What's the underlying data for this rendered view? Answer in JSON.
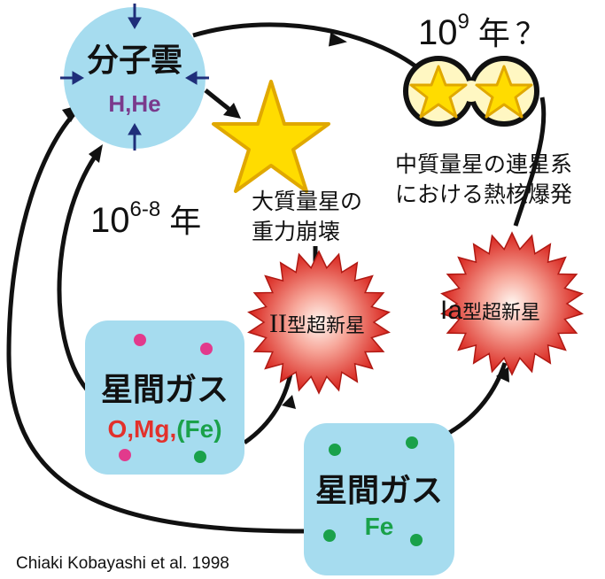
{
  "nodes": {
    "molecular_cloud": {
      "label": "分子雲",
      "elements": "H,He"
    },
    "massive_star": {
      "label_line1": "大質量星の",
      "label_line2": "重力崩壊"
    },
    "binary_system": {
      "label_line1": "中質量星の連星系",
      "label_line2": "における熱核爆発"
    },
    "type_ii": {
      "roman": "II",
      "label": "型超新星"
    },
    "type_ia": {
      "roman": "Ia",
      "label": "型超新星"
    },
    "ism_left": {
      "label": "星間ガス",
      "elements_main": "O,Mg,",
      "elements_paren": "(Fe)"
    },
    "ism_right": {
      "label": "星間ガス",
      "elements": "Fe"
    }
  },
  "timescales": {
    "short": {
      "base": "10",
      "exponent": "6-8",
      "unit": "年"
    },
    "long": {
      "base": "10",
      "exponent": "9",
      "unit": "年",
      "suffix": "？"
    }
  },
  "credit": "Chiaki Kobayashi et al. 1998",
  "colors": {
    "cloud": "#a6dcef",
    "star_fill": "#ffdc00",
    "star_stroke": "#e0a800",
    "binary_glow": "#fff7c2",
    "navy": "#1f2e7a",
    "purple": "#7a3a8c",
    "red_text": "#e2312c",
    "green": "#1aa14a",
    "pink": "#e23a8c",
    "burst_core": "#fff4ee",
    "burst_edge": "#d8231c"
  }
}
